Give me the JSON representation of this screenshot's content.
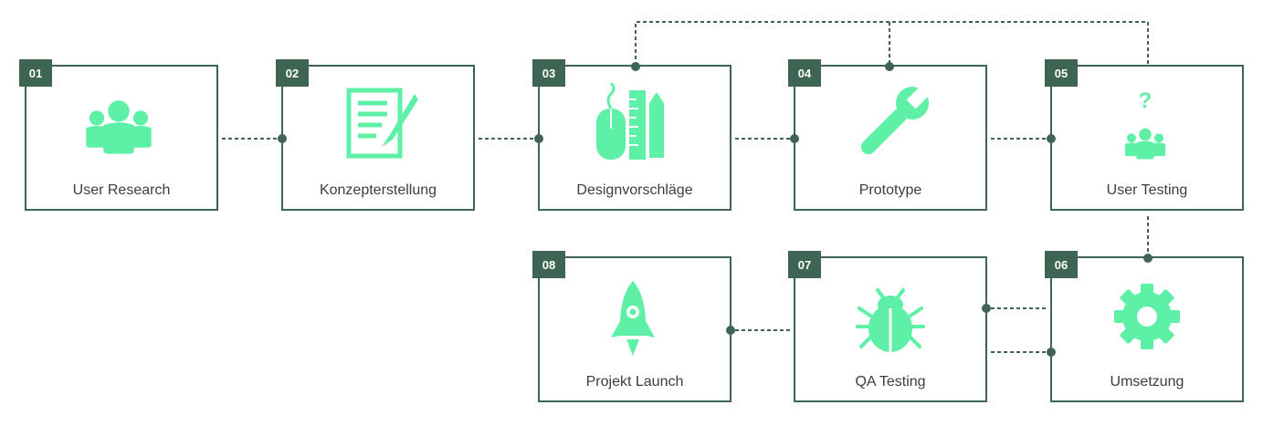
{
  "colors": {
    "border": "#3e6553",
    "badge": "#3e6553",
    "icon": "#5ef0a6",
    "text": "#3d3d3d",
    "background": "#ffffff"
  },
  "steps": [
    {
      "num": "01",
      "label": "User Research",
      "icon": "people-icon"
    },
    {
      "num": "02",
      "label": "Konzepterstellung",
      "icon": "document-edit-icon"
    },
    {
      "num": "03",
      "label": "Designvorschläge",
      "icon": "design-tools-icon"
    },
    {
      "num": "04",
      "label": "Prototype",
      "icon": "wrench-icon"
    },
    {
      "num": "05",
      "label": "User Testing",
      "icon": "people-question-icon"
    },
    {
      "num": "06",
      "label": "Umsetzung",
      "icon": "gear-icon"
    },
    {
      "num": "07",
      "label": "QA Testing",
      "icon": "bug-icon"
    },
    {
      "num": "08",
      "label": "Projekt Launch",
      "icon": "rocket-icon"
    }
  ]
}
